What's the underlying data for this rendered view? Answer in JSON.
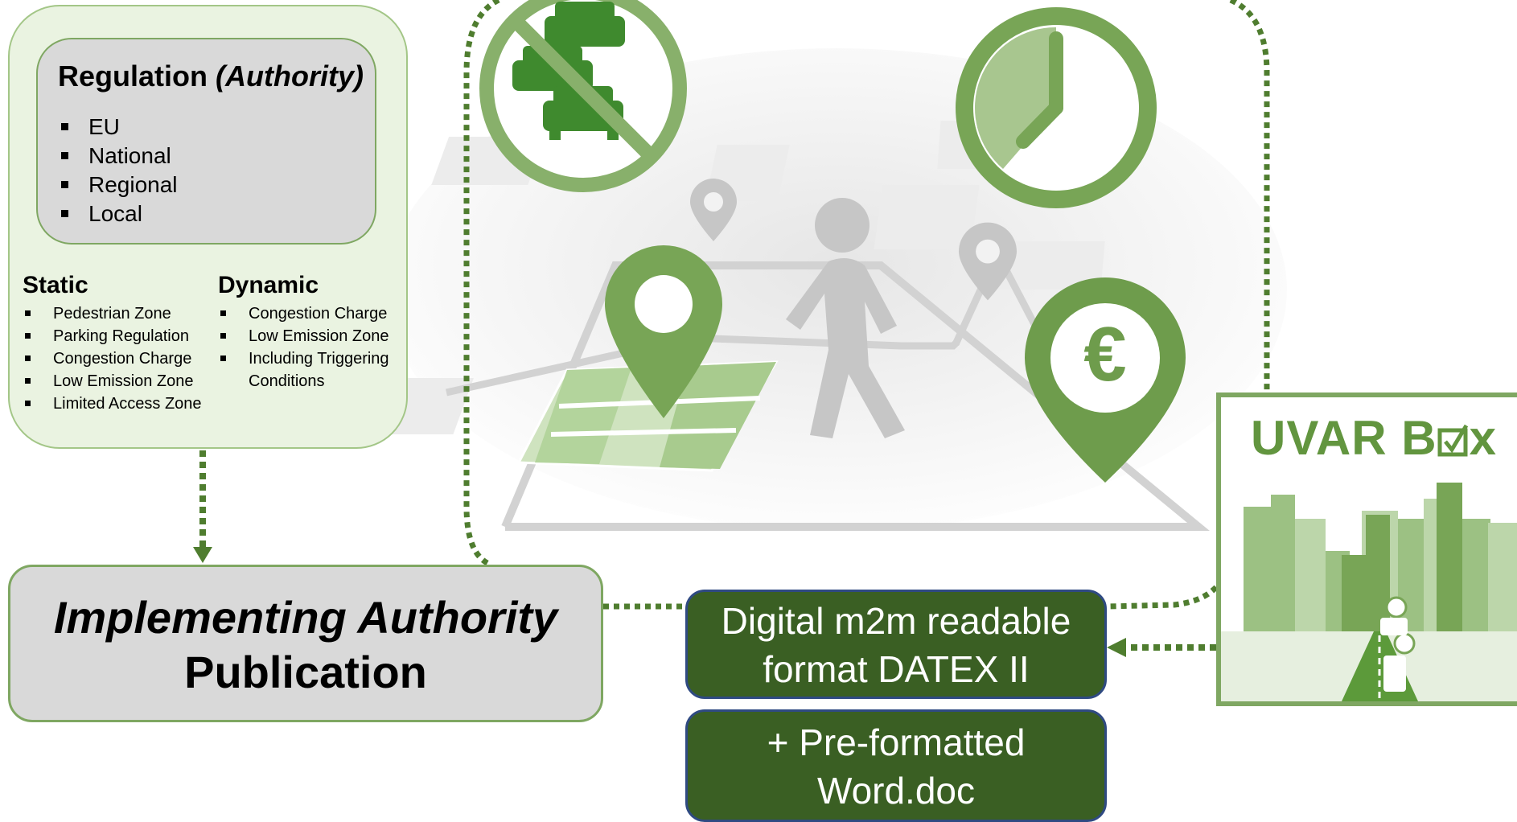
{
  "regulation": {
    "title": "Regulation",
    "title_qualifier": "(Authority)",
    "levels": [
      "EU",
      "National",
      "Regional",
      "Local"
    ]
  },
  "static": {
    "heading": "Static",
    "items": [
      "Pedestrian Zone",
      "Parking Regulation",
      "Congestion Charge",
      "Low Emission Zone",
      "Limited Access Zone"
    ]
  },
  "dynamic": {
    "heading": "Dynamic",
    "items": [
      "Congestion Charge",
      "Low Emission Zone",
      "Including Triggering Conditions"
    ]
  },
  "implementing": {
    "line1": "Implementing Authority",
    "line2": "Publication"
  },
  "datex": {
    "line1": "Digital m2m readable",
    "line2": "format DATEX II"
  },
  "word": {
    "line1": "+ Pre-formatted",
    "line2": "Word.doc"
  },
  "uvar_box": {
    "title": "UVAR B",
    "title_end": "x"
  },
  "icons": [
    "no-traffic-icon",
    "clock-icon",
    "location-pin-icon",
    "euro-pin-icon",
    "map-icon",
    "pedestrian-icon"
  ],
  "colors": {
    "green_dark": "#3a5f23",
    "green": "#7fa762",
    "green_light": "#eaf3e1",
    "grey_box": "#d9d9d9",
    "border_blue": "#2f4a82"
  }
}
